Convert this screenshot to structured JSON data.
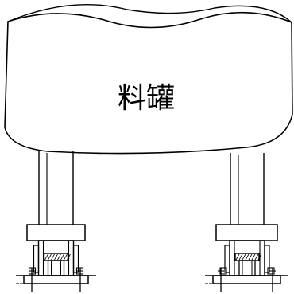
{
  "tank": {
    "label": "料罐"
  },
  "colors": {
    "line": "#000000",
    "background": "#ffffff"
  },
  "components": {
    "tank_body": "tank",
    "legs": [
      "left-leg",
      "right-leg"
    ],
    "load_cell_mounts": [
      "left-load-cell-mount",
      "right-load-cell-mount"
    ]
  }
}
